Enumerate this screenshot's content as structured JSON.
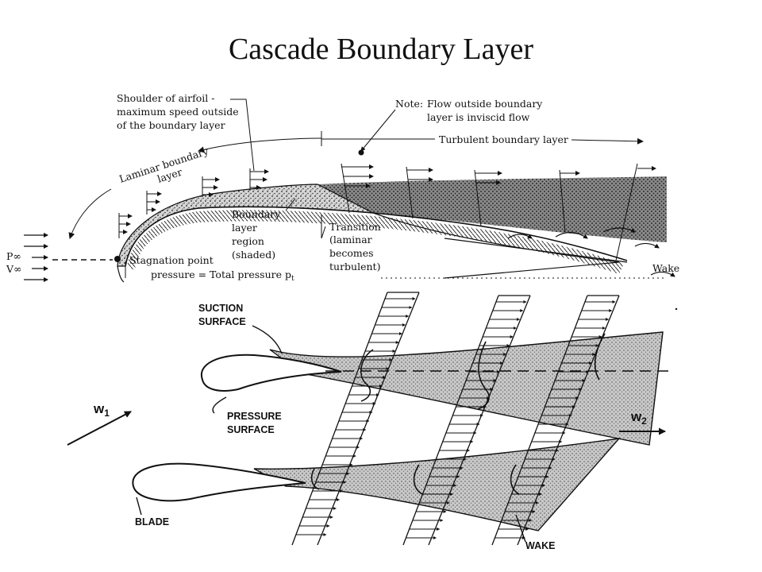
{
  "title": "Cascade Boundary Layer",
  "top_figure": {
    "shoulder_label": [
      "Shoulder of airfoil -",
      "maximum speed outside",
      "of the boundary layer"
    ],
    "note_prefix": "Note:",
    "note_text": [
      "Flow outside boundary",
      "layer is inviscid flow"
    ],
    "turbulent_label": "Turbulent boundary layer",
    "laminar_label_line1": "Laminar boundary",
    "laminar_label_line2": "layer",
    "region_label": [
      "Boundary",
      "layer",
      "region",
      "(shaded)"
    ],
    "transition_label": [
      "Transition",
      "(laminar",
      "becomes",
      "turbulent)"
    ],
    "p_inf": "P∞",
    "v_inf": "V∞",
    "stagnation_label": "Stagnation point",
    "pressure_label": "pressure = Total pressure p",
    "pressure_sub": "t",
    "wake_label": "Wake"
  },
  "bottom_figure": {
    "suction_label": [
      "SUCTION",
      "SURFACE"
    ],
    "pressure_label": [
      "PRESSURE",
      "SURFACE"
    ],
    "blade_label": "BLADE",
    "wake_label": "WAKE",
    "w1_main": "w",
    "w1_sub": "1",
    "w2_main": "w",
    "w2_sub": "2"
  },
  "colors": {
    "ink": "#111111",
    "shade": "#bdbdbd",
    "background": "#ffffff"
  }
}
